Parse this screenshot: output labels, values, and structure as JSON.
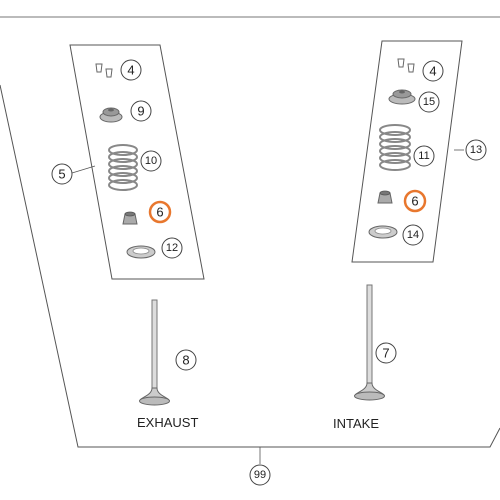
{
  "colors": {
    "line": "#555555",
    "part": "#bcbcbc",
    "part_dark": "#8f8f8f",
    "highlight": "#e8772e"
  },
  "labels": {
    "exhaust": "EXHAUST",
    "intake": "INTAKE"
  },
  "callouts": {
    "ex_keeper": "4",
    "ex_retainer": "9",
    "ex_spring": "10",
    "ex_seal": "6",
    "ex_seat": "12",
    "ex_kit": "5",
    "ex_valve": "8",
    "in_keeper": "4",
    "in_retainer": "15",
    "in_spring": "11",
    "in_seal": "6",
    "in_seat": "14",
    "in_kit": "13",
    "in_valve": "7",
    "set": "99"
  },
  "highlighted_callouts": [
    "ex_seal",
    "in_seal"
  ]
}
